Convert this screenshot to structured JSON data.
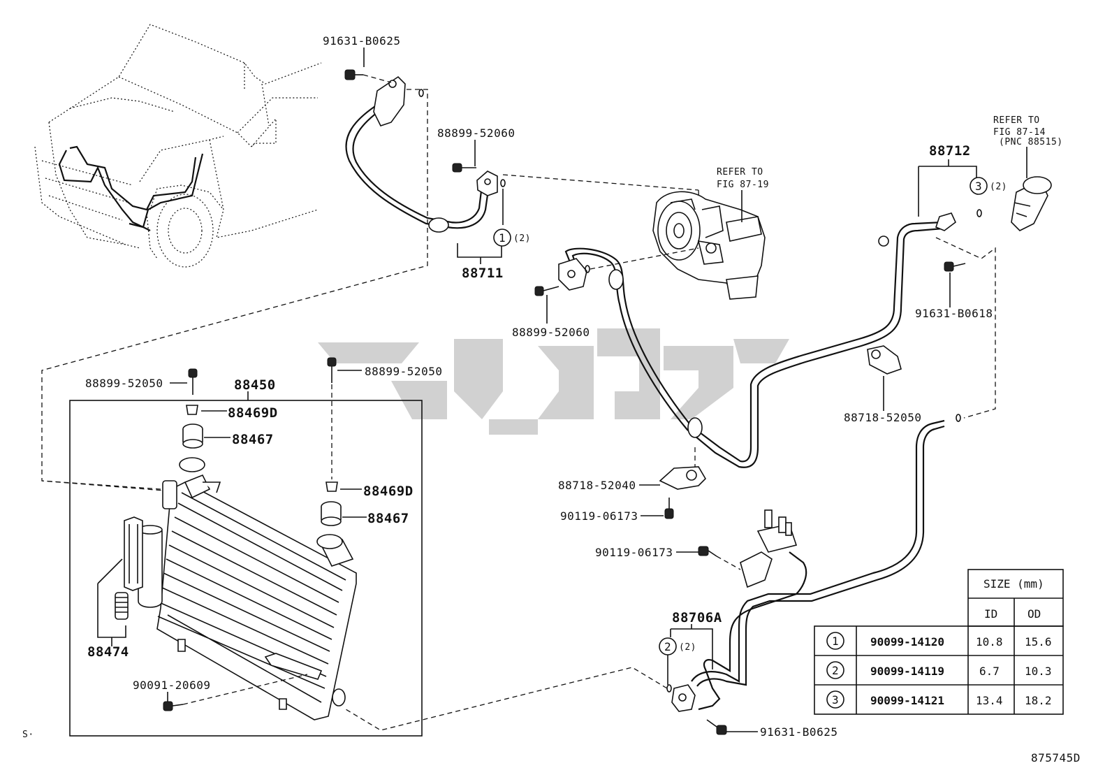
{
  "labels": {
    "p91631_b0625_top": "91631-B0625",
    "p88899_52060_top": "88899-52060",
    "p88711": "88711",
    "p88899_52060_mid": "88899-52060",
    "refer_compressor_1": "REFER TO",
    "refer_compressor_2": "FIG 87-19",
    "p88712": "88712",
    "refer_sensor_1": "REFER TO",
    "refer_sensor_2": "FIG 87-14",
    "refer_sensor_3": "(PNC 88515)",
    "p91631_b0618": "91631-B0618",
    "p88899_52050_left": "88899-52050",
    "p88450": "88450",
    "p88899_52050_center": "88899-52050",
    "p88469d_1": "88469D",
    "p88467_1": "88467",
    "p88469d_2": "88469D",
    "p88467_2": "88467",
    "p88718_52050": "88718-52050",
    "p88718_52040": "88718-52040",
    "p90119_06173_a": "90119-06173",
    "p90119_06173_b": "90119-06173",
    "p88474": "88474",
    "p90091_20609": "90091-20609",
    "p88706a": "88706A",
    "p91631_b0625_bottom": "91631-B0625",
    "qty_1": "(2)",
    "qty_2": "(2)",
    "qty_3": "(2)",
    "ref_1": "1",
    "ref_2": "2",
    "ref_3": "3",
    "corner_s": "S·",
    "figure_code": "875745D"
  },
  "oring_table": {
    "size_header": "SIZE (mm)",
    "id_header": "ID",
    "od_header": "OD",
    "rows": [
      {
        "ref": "1",
        "part": "90099-14120",
        "id": "10.8",
        "od": "15.6"
      },
      {
        "ref": "2",
        "part": "90099-14119",
        "id": "6.7",
        "od": "10.3"
      },
      {
        "ref": "3",
        "part": "90099-14121",
        "id": "13.4",
        "od": "18.2"
      }
    ]
  }
}
